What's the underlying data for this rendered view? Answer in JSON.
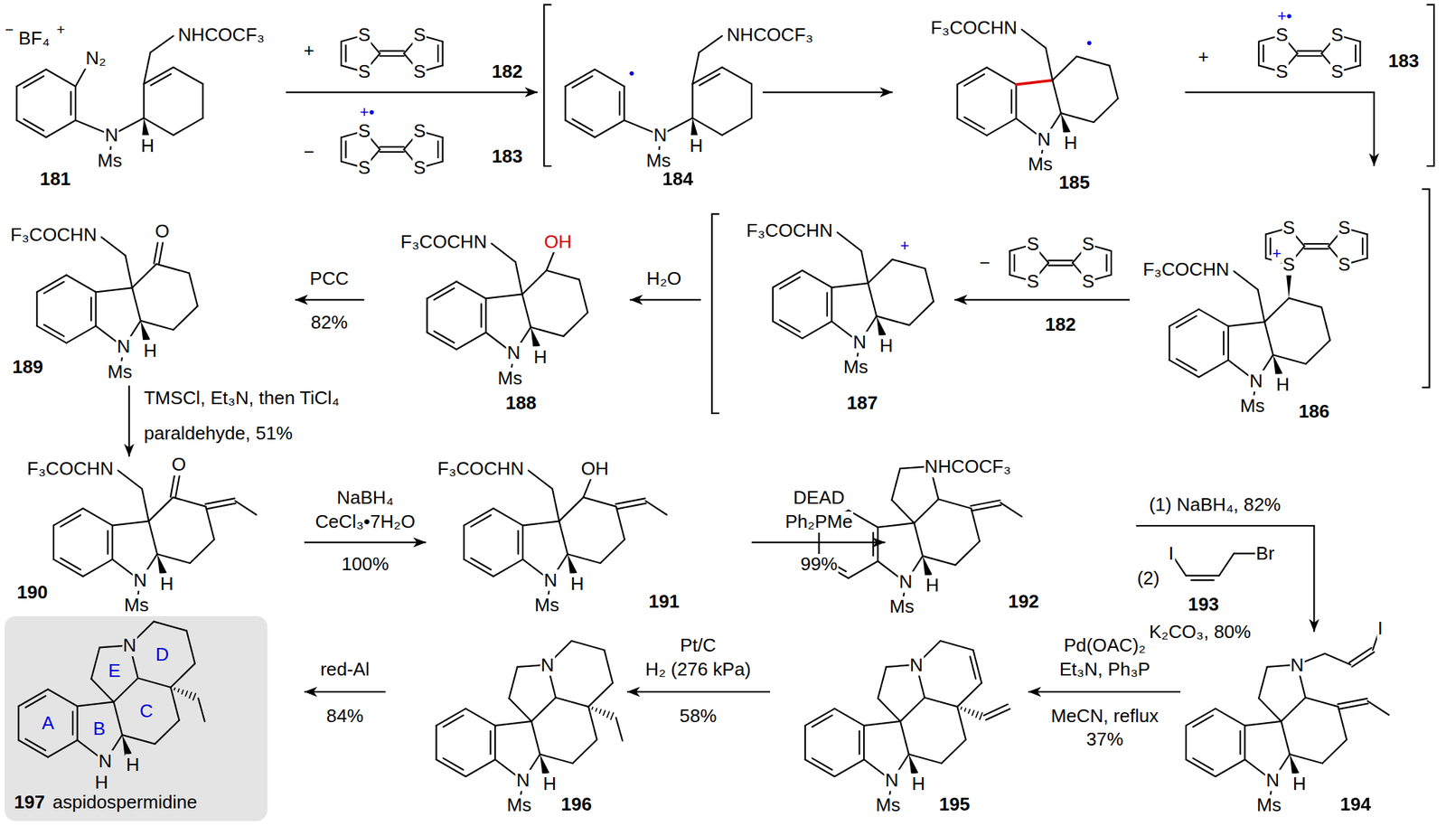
{
  "diagram": {
    "nodes": [
      {
        "text": [
          "E",
          "N",
          "D",
          "A",
          "B",
          "C",
          "N",
          "H",
          "H",
          "197",
          "aspidospermidine"
        ]
      }
    ],
    "labels": [
      "−",
      "BF₄",
      "+",
      "N₂",
      "NHCOCF₃",
      "N",
      "Ms",
      "H",
      "181",
      "+",
      "S",
      "S",
      "S",
      "S",
      "182",
      "−",
      "+•",
      "S",
      "S",
      "S",
      "S",
      "183",
      "•",
      "NHCOCF₃",
      "N",
      "Ms",
      "H",
      "184",
      "F₃COCHN",
      "•",
      "N",
      "Ms",
      "H",
      "185",
      "+",
      "+•",
      "S",
      "S",
      "S",
      "S",
      "183",
      "F₃COCHN",
      "O",
      "N",
      "Ms",
      "H",
      "189",
      "PCC",
      "82%",
      "F₃COCHN",
      "OH",
      "N",
      "Ms",
      "H",
      "188",
      "H₂O",
      "F₃COCHN",
      "+",
      "N",
      "Ms",
      "H",
      "187",
      "−",
      "S",
      "S",
      "S",
      "S",
      "182",
      "S",
      "S",
      "S",
      "S",
      "+",
      "F₃COCHN",
      "N",
      "Ms",
      "H",
      "186",
      "TMSCl, Et₃N, then TiCl₄",
      "paraldehyde, 51%",
      "F₃COCHN",
      "O",
      "N",
      "Ms",
      "H",
      "190",
      "NaBH₄",
      "CeCl₃•7H₂O",
      "100%",
      "F₃COCHN",
      "OH",
      "N",
      "Ms",
      "H",
      "191",
      "DEAD",
      "Ph₂PMe",
      "99%",
      "NHCOCF₃",
      "N",
      "Ms",
      "H",
      "192",
      "(1) NaBH₄, 82%",
      "(2)",
      "I",
      "Br",
      "193",
      "K₂CO₃, 80%",
      "red-Al",
      "84%",
      "N",
      "N",
      "Ms",
      "H",
      "196",
      "Pt/C",
      "H₂ (276 kPa)",
      "58%",
      "N",
      "N",
      "Ms",
      "H",
      "195",
      "Pd(OAC)₂",
      "Et₃N, Ph₃P",
      "MeCN, reflux",
      "37%",
      "I",
      "N",
      "N",
      "Ms",
      "H",
      "194"
    ]
  }
}
